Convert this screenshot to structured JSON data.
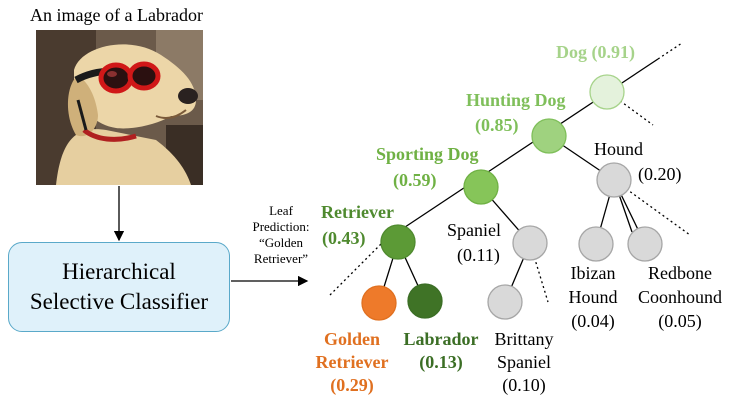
{
  "photo": {
    "caption": "An image of a Labrador",
    "description": "photo-labrador-wearing-red-goggles"
  },
  "classifier": {
    "line1": "Hierarchical",
    "line2": "Selective Classifier"
  },
  "leaf_note": {
    "line1": "Leaf",
    "line2": "Prediction:",
    "line3": "“Golden",
    "line4": "Retriever”"
  },
  "tree": {
    "colors": {
      "dog": "#a6d38a",
      "dog_fill": "#e4f2dc",
      "hunting": "#7fbf5a",
      "hunting_fill": "#9fd27f",
      "sporting": "#6fb144",
      "sporting_fill": "#86c559",
      "retriever": "#4f8a2f",
      "retriever_fill": "#5c9a36",
      "labrador": "#3b6e25",
      "labrador_fill": "#3f7326",
      "golden": "#e07020",
      "golden_fill": "#ee7a2a",
      "gray_fill": "#d9d9d9",
      "gray_stroke": "#a6a6a6"
    },
    "nodes": {
      "dog": {
        "name": "Dog",
        "score": "(0.91)"
      },
      "hunting_dog": {
        "name": "Hunting Dog",
        "score": "(0.85)"
      },
      "sporting_dog": {
        "name": "Sporting Dog",
        "score": "(0.59)"
      },
      "retriever": {
        "name": "Retriever",
        "score": "(0.43)"
      },
      "golden_retriever": {
        "name_line1": "Golden",
        "name_line2": "Retriever",
        "score": "(0.29)"
      },
      "labrador": {
        "name": "Labrador",
        "score": "(0.13)"
      },
      "hound": {
        "name": "Hound",
        "score": "(0.20)"
      },
      "spaniel": {
        "name": "Spaniel",
        "score": "(0.11)"
      },
      "brittany_spaniel": {
        "name_line1": "Brittany",
        "name_line2": "Spaniel",
        "score": "(0.10)"
      },
      "ibizan_hound": {
        "name_line1": "Ibizan",
        "name_line2": "Hound",
        "score": "(0.04)"
      },
      "redbone_coonhound": {
        "name_line1": "Redbone",
        "name_line2": "Coonhound",
        "score": "(0.05)"
      }
    }
  }
}
